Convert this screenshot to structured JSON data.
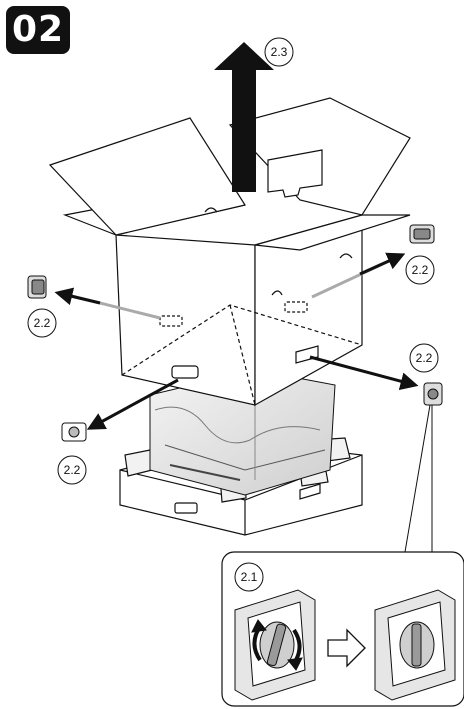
{
  "step": {
    "number": "02"
  },
  "callouts": {
    "lift": "2.3",
    "clip_right_upper": "2.2",
    "clip_left_upper": "2.2",
    "clip_left_lower": "2.2",
    "clip_right_lower": "2.2",
    "detail": "2.1"
  },
  "icons": [
    "up-arrow-icon",
    "clip-icon",
    "rotate-arrows-icon",
    "right-arrow-outline-icon"
  ]
}
